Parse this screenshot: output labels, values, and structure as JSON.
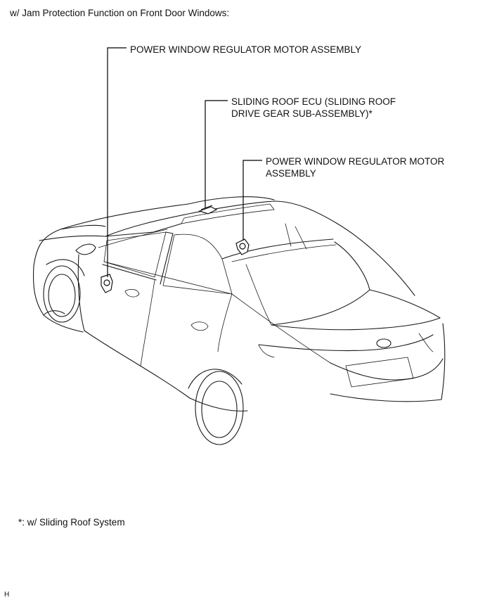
{
  "heading": "w/ Jam Protection Function on Front Door Windows:",
  "labels": {
    "front_motor": "POWER WINDOW REGULATOR MOTOR ASSEMBLY",
    "sliding_roof_line1": "SLIDING ROOF ECU (SLIDING ROOF",
    "sliding_roof_line2": "DRIVE GEAR SUB-ASSEMBLY)*",
    "rear_motor_line1": "POWER WINDOW REGULATOR MOTOR",
    "rear_motor_line2": "ASSEMBLY"
  },
  "footnote": "*: w/ Sliding Roof System",
  "figure_id": "H"
}
